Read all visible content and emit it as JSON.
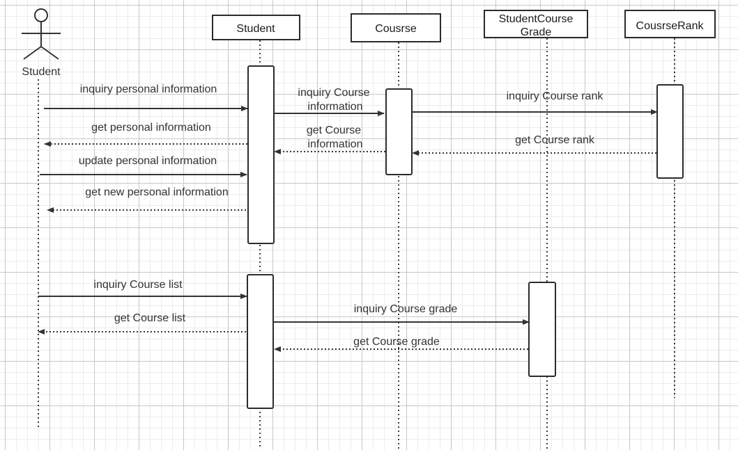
{
  "actor": {
    "label": "Student"
  },
  "participants": {
    "student": "Student",
    "course": "Cousrse",
    "grade_line1": "StudentCourse",
    "grade_line2": "Grade",
    "rank": "CousrseRank"
  },
  "messages": {
    "m1": "inquiry personal information",
    "m2_line1": "inquiry Course",
    "m2_line2": "information",
    "m3": "inquiry Course  rank",
    "m4": "get personal information",
    "m5_line1": "get Course",
    "m5_line2": "information",
    "m6": "get Course  rank",
    "m7": "update personal information",
    "m8": "get new personal information",
    "m9": "inquiry Course list",
    "m10": "get Course list",
    "m11": "inquiry Course  grade",
    "m12": "get Course grade"
  },
  "colors": {
    "line": "#333333",
    "grid_major": "#c8c8c8",
    "grid_minor": "#ececec"
  }
}
